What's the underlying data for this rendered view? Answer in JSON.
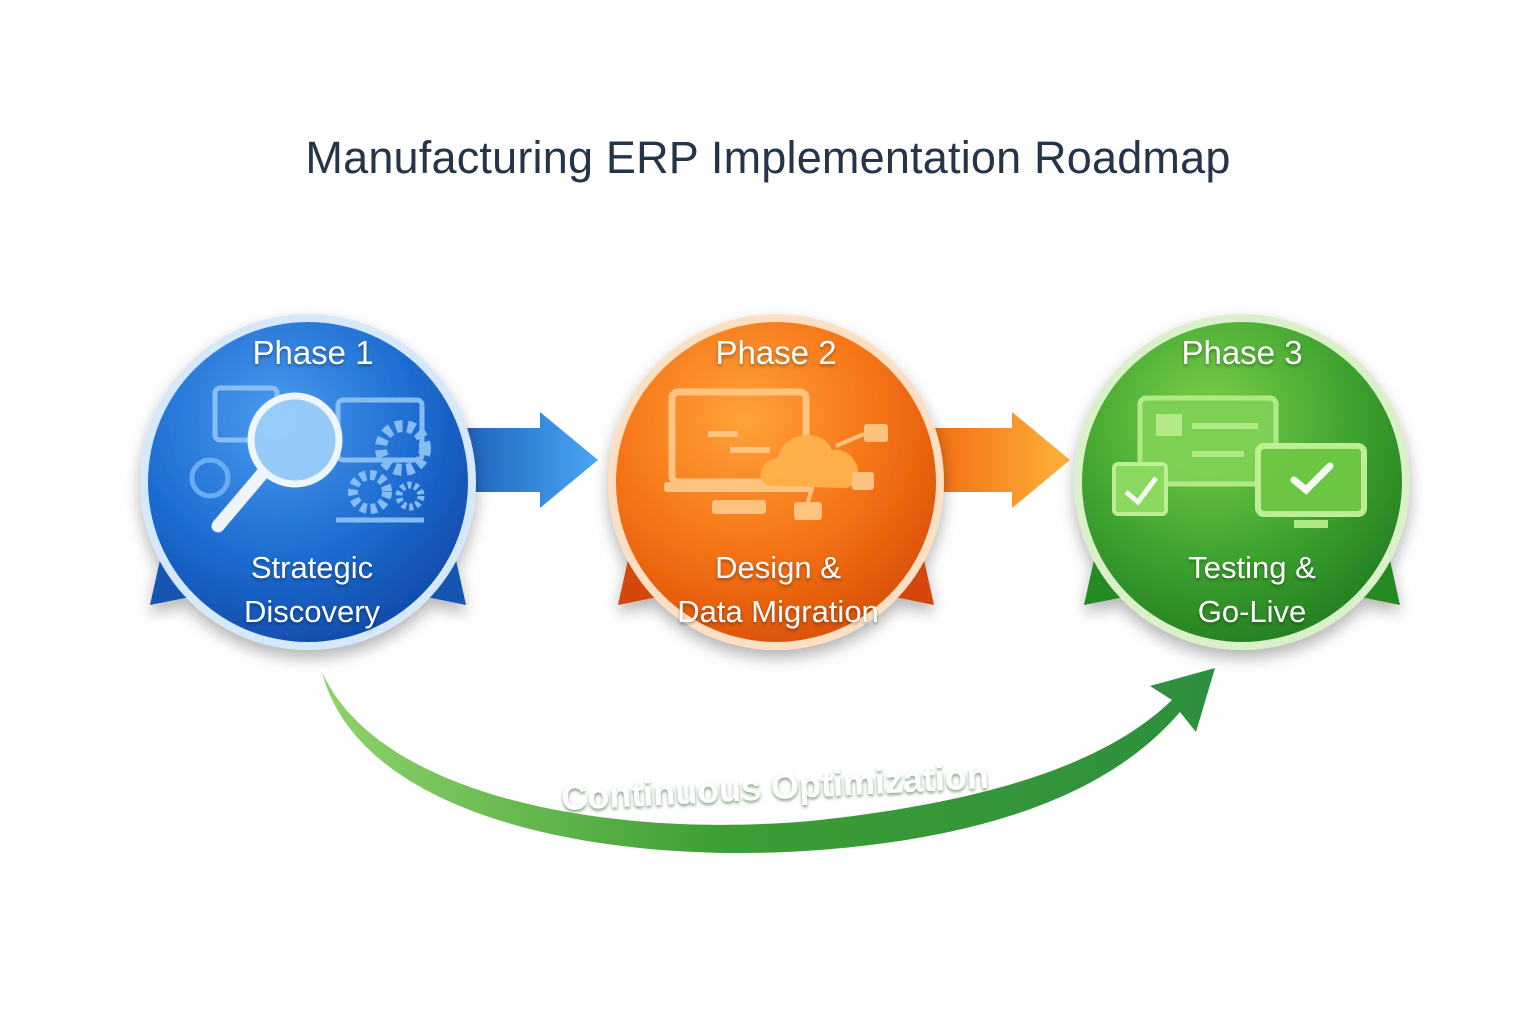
{
  "title": "Manufacturing ERP Implementation Roadmap",
  "phases": [
    {
      "label": "Phase 1",
      "name_line1": "Strategic",
      "name_line2": "Discovery",
      "color": "#1f6fd1",
      "icon": "magnifier-gears-icon"
    },
    {
      "label": "Phase 2",
      "name_line1": "Design &",
      "name_line2": "Data Migration",
      "color": "#f26c0d",
      "icon": "monitor-cloud-icon"
    },
    {
      "label": "Phase 3",
      "name_line1": "Testing &",
      "name_line2": "Go-Live",
      "color": "#3aa12f",
      "icon": "monitors-checkmark-icon"
    }
  ],
  "loop": {
    "label": "Continuous Optimization",
    "color": "#3c9e34"
  }
}
